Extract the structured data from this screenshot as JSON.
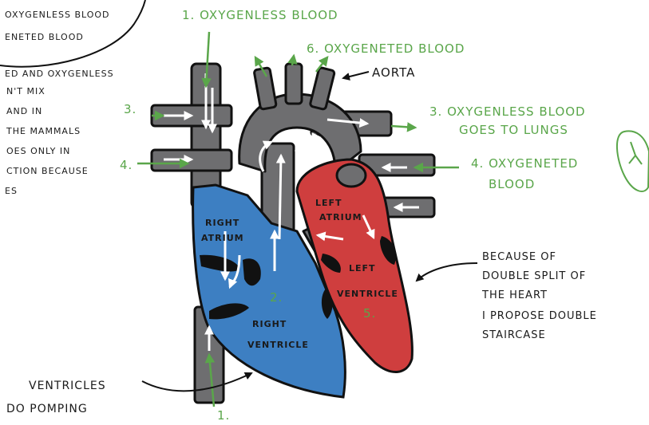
{
  "colors": {
    "vessel": "#6e6e70",
    "outline": "#111111",
    "right_heart": "#3d7fc2",
    "left_heart": "#cf3e3e",
    "green": "#5aa64a",
    "background": "#ffffff"
  },
  "note": {
    "lines": [
      "OXYGENLESS BLOOD",
      "ENETED BLOOD",
      "ED AND OXYGENLESS",
      "N'T MIX",
      "AND IN",
      "THE MAMMALS",
      "OES ONLY IN",
      "CTION BECAUSE",
      "ES"
    ]
  },
  "labels": {
    "l1_top": "1. OXYGENLESS BLOOD",
    "l6": "6. OXYGENETED BLOOD",
    "aorta": "AORTA",
    "l3_lungs_1": "3. OXYGENLESS BLOOD",
    "l3_lungs_2": "GOES TO LUNGS",
    "l4_1": "4. OXYGENETED",
    "l4_2": "BLOOD",
    "l3_left": "3.",
    "l4_left": "4.",
    "right_atrium_1": "RIGHT",
    "right_atrium_2": "ATRIUM",
    "right_ventricle_1": "RIGHT",
    "right_ventricle_2": "VENTRICLE",
    "left_atrium_1": "LEFT",
    "left_atrium_2": "ATRIUM",
    "left_ventricle_1": "LEFT",
    "left_ventricle_2": "VENTRICLE",
    "n2": "2.",
    "n5": "5.",
    "n1_bottom": "1.",
    "ventricles_1": "VENTRICLES",
    "ventricles_2": "DO POMPING",
    "because_1": "BECAUSE OF",
    "because_2": "DOUBLE SPLIT OF",
    "because_3": "THE HEART",
    "because_4": "I PROPOSE DOUBLE",
    "because_5": "STAIRCASE"
  }
}
